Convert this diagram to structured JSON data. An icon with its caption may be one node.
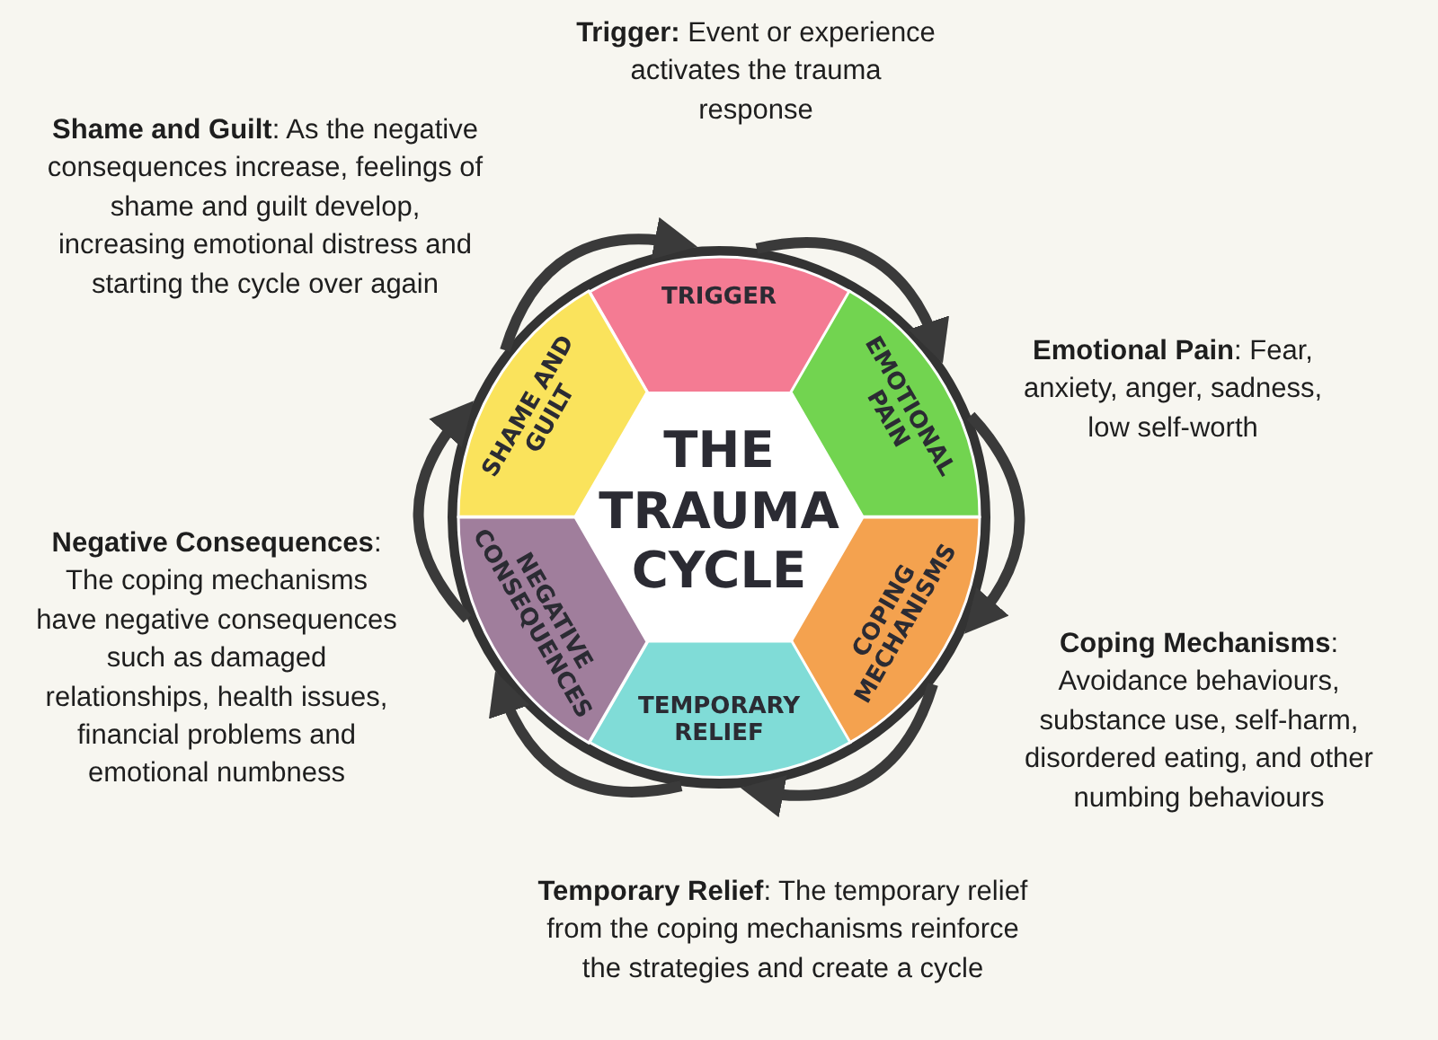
{
  "diagram": {
    "nodes": [
      {
        "text": [
          "THE TRAUMA CYCLE"
        ]
      },
      {
        "text": [
          "TRIGGER"
        ]
      },
      {
        "text": [
          "EMOTIONAL PAIN"
        ]
      },
      {
        "text": [
          "COPING MECHANISMS"
        ]
      },
      {
        "text": [
          "TEMPORARY RELIEF"
        ]
      },
      {
        "text": [
          "NEGATIVE CONSEQUENCES"
        ]
      },
      {
        "text": [
          "SHAME AND GUILT"
        ]
      },
      {
        "text": [
          "**Trigger:** Event or experience activates the trauma response"
        ]
      },
      {
        "text": [
          "**Emotional Pain**: Fear, anxiety, anger, sadness, low self-worth"
        ]
      },
      {
        "text": [
          "**Coping Mechanisms**: Avoidance behaviours, substance use, self-harm, disordered eating, and other numbing behaviours"
        ]
      },
      {
        "text": [
          "**Temporary Relief**: The temporary relief from the coping mechanisms reinforce the strategies and create a cycle"
        ]
      },
      {
        "text": [
          "**Negative Consequences**: The coping mechanisms have negative consequences such as damaged relationships, health issues, financial problems and emotional numbness"
        ]
      },
      {
        "text": [
          "**Shame and Guilt**: As the negative consequences increase, feelings of shame and guilt develop, increasing emotional distress and starting the cycle over again"
        ]
      }
    ],
    "edges": [
      {
        "from": 6,
        "to": 1,
        "arrow": "to"
      },
      {
        "from": 1,
        "to": 2,
        "arrow": "to"
      },
      {
        "from": 2,
        "to": 3,
        "arrow": "to"
      },
      {
        "from": 3,
        "to": 4,
        "arrow": "to"
      },
      {
        "from": 4,
        "to": 5,
        "arrow": "to"
      },
      {
        "from": 5,
        "to": 6,
        "arrow": "to"
      }
    ]
  }
}
